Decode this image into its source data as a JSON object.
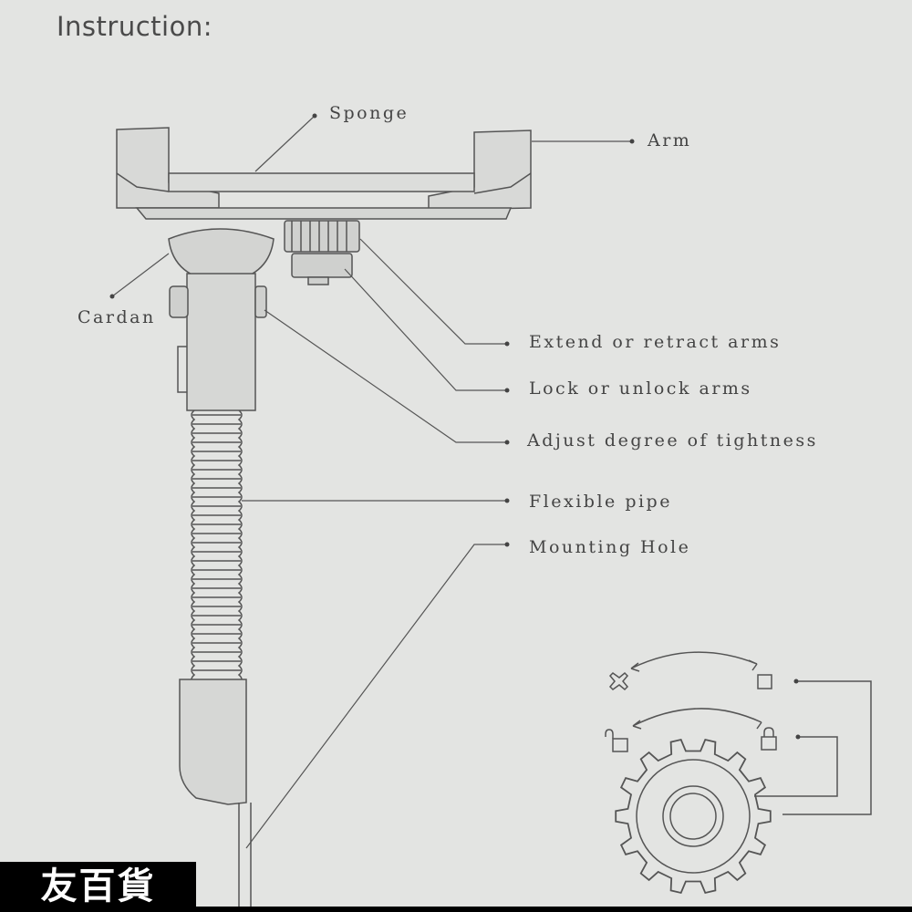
{
  "title": "Instruction:",
  "labels": {
    "sponge": "Sponge",
    "arm": "Arm",
    "cardan": "Cardan",
    "extend": "Extend or retract arms",
    "lock": "Lock or unlock arms",
    "adjust": "Adjust degree of tightness",
    "pipe": "Flexible pipe",
    "mounting": "Mounting Hole"
  },
  "legend_icons": [
    "x-arms-icon",
    "square-arms-icon",
    "unlocked-padlock-icon",
    "locked-padlock-icon",
    "gear-knob-icon"
  ],
  "watermark": "友百貨",
  "colors": {
    "background": "#e3e4e2",
    "line": "#555555",
    "text": "#444444"
  }
}
